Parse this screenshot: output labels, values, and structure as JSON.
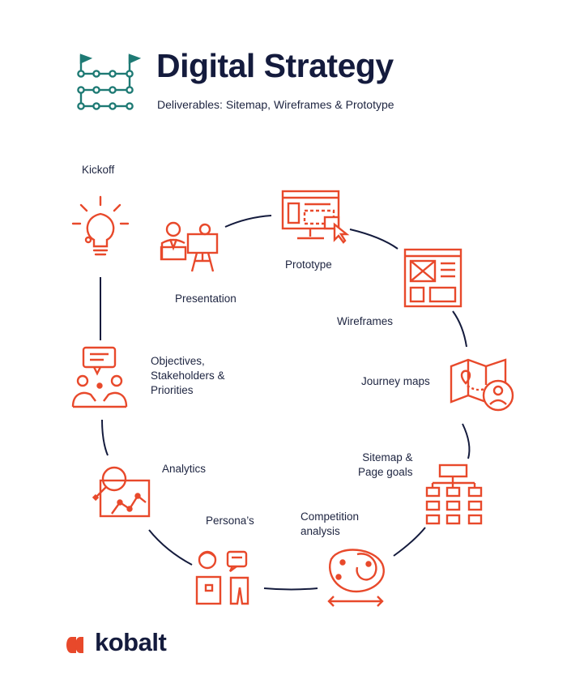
{
  "header": {
    "title": "Digital Strategy",
    "subtitle": "Deliverables: Sitemap, Wireframes & Prototype"
  },
  "steps": {
    "kickoff": "Kickoff",
    "objectives": [
      "Objectives,",
      "Stakeholders &",
      "Priorities"
    ],
    "analytics": "Analytics",
    "personas": "Persona’s",
    "competition": [
      "Competition",
      "analysis"
    ],
    "sitemap": [
      "Sitemap &",
      "Page goals"
    ],
    "journey": "Journey maps",
    "wireframes": "Wireframes",
    "prototype": "Prototype",
    "presentation": "Presentation"
  },
  "brand": {
    "name": "kobalt"
  },
  "colors": {
    "accent": "#e8492b",
    "navy": "#141b3d",
    "teal": "#1e7a74"
  },
  "icons": [
    "roadmap-icon",
    "lightbulb-icon",
    "chat-people-icon",
    "analytics-magnifier-icon",
    "persona-icon",
    "competition-icon",
    "sitemap-icon",
    "journey-map-icon",
    "wireframe-icon",
    "prototype-screen-icon",
    "presentation-icon",
    "kobalt-logo-icon"
  ]
}
